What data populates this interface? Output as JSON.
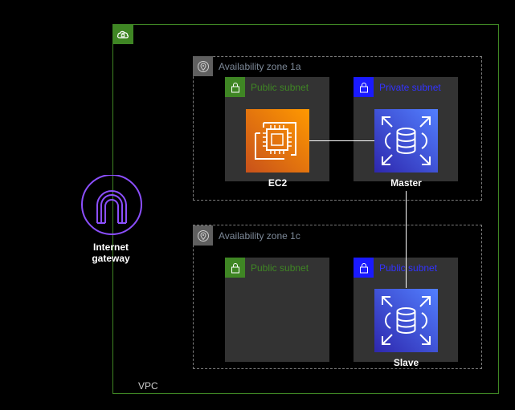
{
  "diagram": {
    "vpc": {
      "label": "VPC",
      "color": "#3f8624",
      "icon": "vpc-cloud-lock-icon"
    },
    "internet_gateway": {
      "label_line1": "Internet",
      "label_line2": "gateway",
      "color": "#8c4fff",
      "icon": "internet-gateway-icon"
    },
    "zones": [
      {
        "label": "Availability zone 1a",
        "icon": "location-pin-icon",
        "subnets": [
          {
            "label": "Public subnet",
            "kind": "public",
            "color": "#3f8624",
            "label_color": "#3f8624"
          },
          {
            "label": "Private subnet",
            "kind": "private",
            "color": "#1a1aff",
            "label_color": "#3333ff"
          }
        ]
      },
      {
        "label": "Availability zone 1c",
        "icon": "location-pin-icon",
        "subnets": [
          {
            "label": "Public subnet",
            "kind": "public",
            "color": "#3f8624",
            "label_color": "#3f8624"
          },
          {
            "label": "Public subnet",
            "kind": "public",
            "color": "#1a1aff",
            "label_color": "#3333ff"
          }
        ]
      }
    ],
    "nodes": {
      "ec2": {
        "label": "EC2",
        "icon": "ec2-chip-icon",
        "color": "#ed7100"
      },
      "master": {
        "label": "Master",
        "icon": "rds-database-icon",
        "color": "#3b48cc"
      },
      "slave": {
        "label": "Slave",
        "icon": "rds-database-icon",
        "color": "#3b48cc"
      }
    }
  }
}
